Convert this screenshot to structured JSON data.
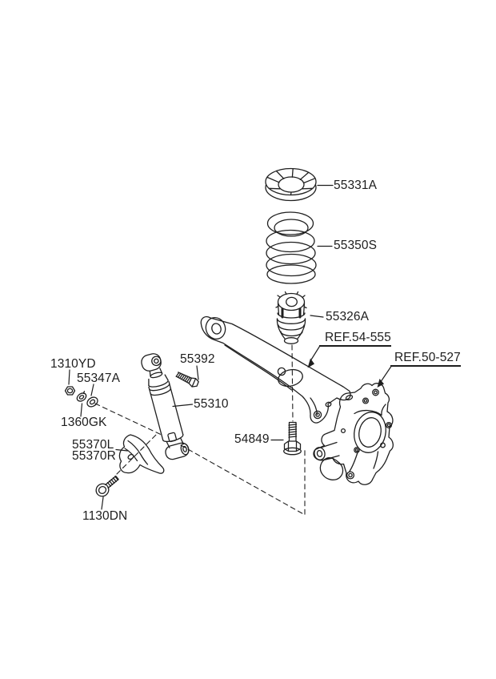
{
  "page": {
    "background_color": "#ffffff",
    "type": "parts-catalog-exploded-diagram"
  },
  "diagram": {
    "line_color": "#1f1f1f",
    "labels": [
      {
        "text": "55331A"
      },
      {
        "text": "55350S"
      },
      {
        "text": "55326A"
      },
      {
        "text": "REF.54-555",
        "underlined": true
      },
      {
        "text": "REF.50-527",
        "underlined": true
      },
      {
        "text": "55392"
      },
      {
        "text": "55310"
      },
      {
        "text": "1310YD"
      },
      {
        "text": "55347A"
      },
      {
        "text": "1360GK"
      },
      {
        "text": "55370L"
      },
      {
        "text": "55370R"
      },
      {
        "text": "1130DN"
      },
      {
        "text": "54849"
      }
    ]
  }
}
